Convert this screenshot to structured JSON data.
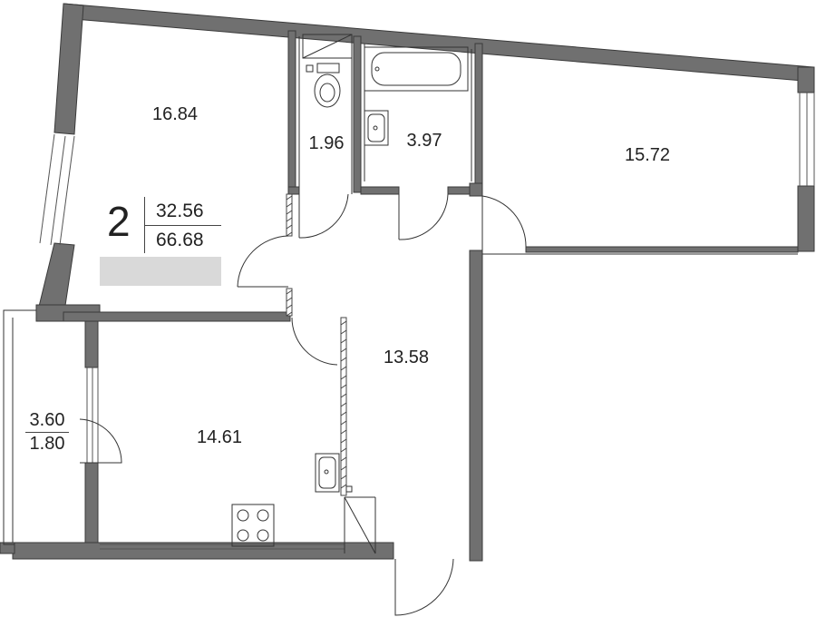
{
  "plan": {
    "rooms": 2,
    "living_area": "32.56",
    "total_area": "66.68",
    "room_areas": {
      "bedroom": "16.84",
      "toilet": "1.96",
      "bathroom": "3.97",
      "living_room": "15.72",
      "hall": "13.58",
      "kitchen": "14.61"
    },
    "balcony": {
      "area": "3.60",
      "reduced_area": "1.80"
    }
  },
  "colors": {
    "wall": "#707070",
    "wall_outline": "#3a3a3a",
    "line": "#333333",
    "badge_bar": "#d9d9d9"
  }
}
